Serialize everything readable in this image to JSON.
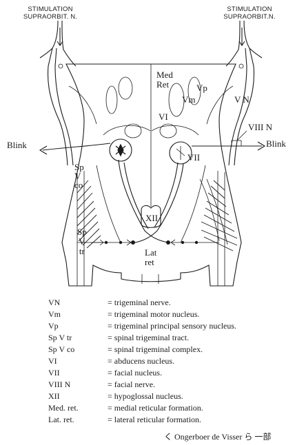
{
  "header": {
    "left_title": "STIMULATION\nSUPRAORBIT. N.",
    "right_title": "STIMULATION\nSUPRAORBIT.N."
  },
  "diagram_labels": {
    "med_ret": "Med\nRet",
    "vp": "Vp",
    "vm": "Vm",
    "vn": "V N",
    "vi": "VI",
    "viii_n": "VIII N",
    "blink_left": "Blink",
    "blink_right": "Blink",
    "vii": "VII",
    "sp_v_co": "Sp\nV\nco",
    "xii": "XII",
    "sp_v_tr": "Sp\nV\ntr",
    "lat_ret": "Lat\nret"
  },
  "legend": [
    {
      "abbr": "VN",
      "definition": "= trigeminal nerve."
    },
    {
      "abbr": "Vm",
      "definition": "= trigeminal motor nucleus."
    },
    {
      "abbr": "Vp",
      "definition": "= trigeminal principal sensory nucleus."
    },
    {
      "abbr": "Sp V tr",
      "definition": "= spinal trigeminal tract."
    },
    {
      "abbr": "Sp V co",
      "definition": "= spinal trigeminal complex."
    },
    {
      "abbr": "VI",
      "definition": "= abducens nucleus."
    },
    {
      "abbr": "VII",
      "definition": "= facial nucleus."
    },
    {
      "abbr": "VIII N",
      "definition": "= facial nerve."
    },
    {
      "abbr": "XII",
      "definition": "= hypoglossal nucleus."
    },
    {
      "abbr": "Med. ret.",
      "definition": "= medial reticular formation."
    },
    {
      "abbr": "Lat. ret.",
      "definition": "= lateral reticular formation."
    }
  ],
  "citation": "く Ongerboer de Visser ら 一部"
}
